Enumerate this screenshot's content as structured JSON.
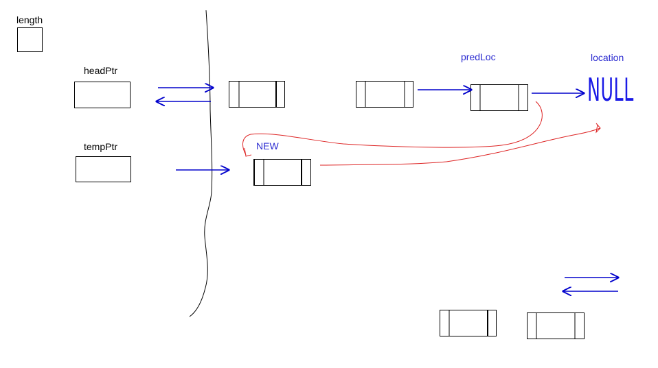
{
  "labels": {
    "length": "length",
    "headPtr": "headPtr",
    "tempPtr": "tempPtr",
    "predLoc": "predLoc",
    "location": "location",
    "new_node": "NEW",
    "null_text": "NULL"
  },
  "colors": {
    "outline": "#000000",
    "pointer_arrow": "#0000cc",
    "insert_curve": "#dd2222",
    "label_blue": "#2a2ad0"
  }
}
